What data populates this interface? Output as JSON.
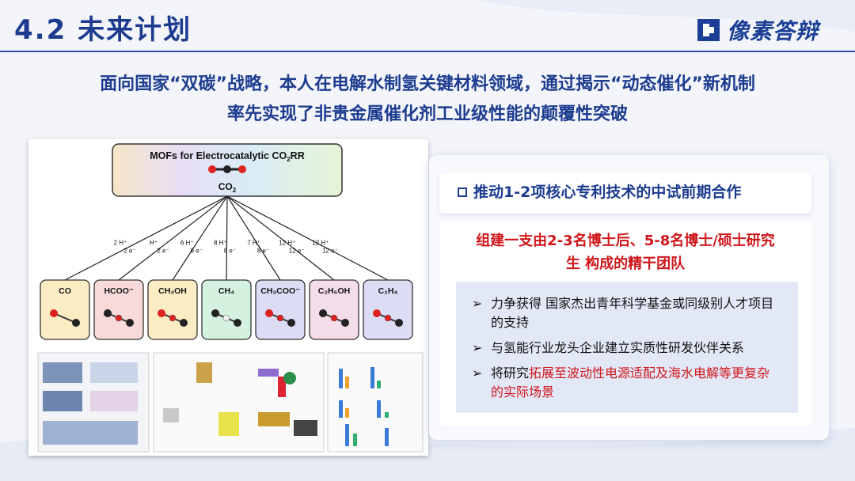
{
  "header": {
    "title": "4.2  未来计划",
    "logo_text": "像素答辩"
  },
  "headline": {
    "line1": "面向国家“双碳”战略，本人在电解水制氢关键材料领域，通过揭示“动态催化”新机制",
    "line2": "率先实现了非贵金属催化剂工业级性能的颠覆性突破"
  },
  "figure": {
    "title_prefix": "MOFs for Electrocatalytic CO",
    "title_sub": "2",
    "title_suffix": "RR",
    "source": "CO",
    "source_sub": "2",
    "products": [
      {
        "label": "CO",
        "color": "#fbecc4"
      },
      {
        "label": "HCOO⁻",
        "color": "#f9dada"
      },
      {
        "label": "CH₃OH",
        "color": "#fbecc4"
      },
      {
        "label": "CH₄",
        "color": "#d5f1e0"
      },
      {
        "label": "CH₃COO⁻",
        "color": "#dcdcf5"
      },
      {
        "label": "C₂H₅OH",
        "color": "#f5dce9"
      },
      {
        "label": "C₂H₄",
        "color": "#dcdcf5"
      }
    ],
    "edge_labels": [
      {
        "top": "2 H⁺",
        "bottom": "2 e⁻"
      },
      {
        "top": "H⁺",
        "bottom": "2 e⁻"
      },
      {
        "top": "6 H⁺",
        "bottom": "6 e⁻"
      },
      {
        "top": "8 H⁺",
        "bottom": "8 e⁻"
      },
      {
        "top": "7 H⁺",
        "bottom": "8 e⁻"
      },
      {
        "top": "12 H⁺",
        "bottom": "12 e⁻"
      },
      {
        "top": "12 H⁺",
        "bottom": "12 e⁻"
      }
    ]
  },
  "plan": {
    "title": "推动1-2项核心专利技术的中试前期合作"
  },
  "team": {
    "line1": "组建一支由2-3名博士后、5-8名博士/硕士研究",
    "line2": "生 构成的精干团队"
  },
  "goals": [
    {
      "arrow": "➢",
      "text": "力争获得 国家杰出青年科学基金或同级别人才项目的支持",
      "highlight": ""
    },
    {
      "arrow": "➢",
      "text": "与氢能行业龙头企业建立实质性研发伙伴关系",
      "highlight": ""
    },
    {
      "arrow": "➢",
      "prefix": "将研究",
      "highlight": "拓展至波动性电源适配及海水电解等更复杂的实际场景"
    }
  ],
  "colors": {
    "primary": "#1d3c8f",
    "accent": "#d0161b",
    "goals_bg": "#e3e8f7"
  }
}
